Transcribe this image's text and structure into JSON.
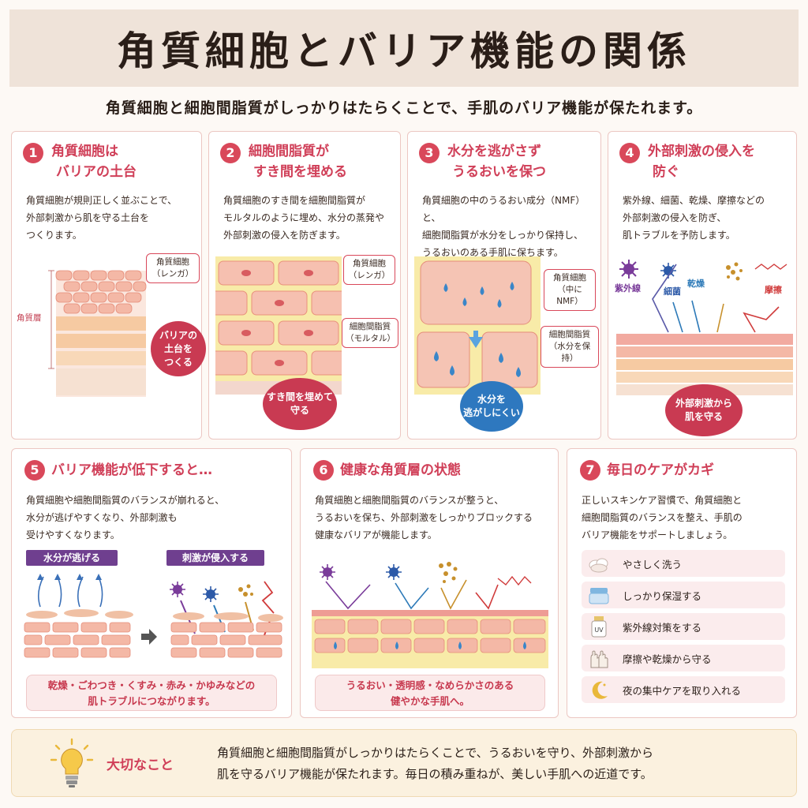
{
  "title": "角質細胞とバリア機能の関係",
  "subtitle": "角質細胞と細胞間脂質がしっかりはたらくことで、手肌のバリア機能が保たれます。",
  "colors": {
    "accent": "#d9485a",
    "heading": "#d03f58",
    "brick": "#f2b5a3",
    "lipid": "#f8e9a8",
    "water": "#3a86c8",
    "violet": "#6f3f8f"
  },
  "cards": [
    {
      "num": "1",
      "heading_l1": "角質細胞は",
      "heading_l2": "バリアの土台",
      "body": [
        "角質細胞が規則正しく並ぶことで、",
        "外部刺激から肌を守る土台を",
        "つくります。"
      ],
      "tag_l1": "角質細胞",
      "tag_l2": "（レンガ）",
      "side_label": "角質層",
      "bubble": [
        "バリアの",
        "土台を",
        "つくる"
      ]
    },
    {
      "num": "2",
      "heading_l1": "細胞間脂質が",
      "heading_l2": "すき間を埋める",
      "body": [
        "角質細胞のすき間を細胞間脂質が",
        "モルタルのように埋め、水分の蒸発や",
        "外部刺激の侵入を防ぎます。"
      ],
      "tag1_l1": "角質細胞",
      "tag1_l2": "（レンガ）",
      "tag2_l1": "細胞間脂質",
      "tag2_l2": "（モルタル）",
      "bubble": [
        "すき間を埋めて",
        "守る"
      ]
    },
    {
      "num": "3",
      "heading_l1": "水分を逃がさず",
      "heading_l2": "うるおいを保つ",
      "body": [
        "角質細胞の中のうるおい成分（NMF）と、",
        "細胞間脂質が水分をしっかり保持し、",
        "うるおいのある手肌に保ちます。"
      ],
      "tag1_l1": "角質細胞",
      "tag1_l2": "（中にNMF）",
      "tag2_l1": "細胞間脂質",
      "tag2_l2": "（水分を保持）",
      "bubble": [
        "水分を",
        "逃がしにくい"
      ]
    },
    {
      "num": "4",
      "heading_l1": "外部刺激の侵入を",
      "heading_l2": "防ぐ",
      "body": [
        "紫外線、細菌、乾燥、摩擦などの",
        "外部刺激の侵入を防ぎ、",
        "肌トラブルを予防します。"
      ],
      "labels": [
        "紫外線",
        "細菌",
        "乾燥",
        "摩擦"
      ],
      "bubble": [
        "外部刺激から",
        "肌を守る"
      ]
    },
    {
      "num": "5",
      "heading": "バリア機能が低下すると…",
      "body": [
        "角質細胞や細胞間脂質のバランスが崩れると、",
        "水分が逃げやすくなり、外部刺激も",
        "受けやすくなります。"
      ],
      "banner1": "水分が逃げる",
      "banner2": "刺激が侵入する",
      "note": [
        "乾燥・ごわつき・くすみ・赤み・かゆみなどの",
        "肌トラブルにつながります。"
      ]
    },
    {
      "num": "6",
      "heading": "健康な角質層の状態",
      "body": [
        "角質細胞と細胞間脂質のバランスが整うと、",
        "うるおいを保ち、外部刺激をしっかりブロックする",
        "健康なバリアが機能します。"
      ],
      "note": [
        "うるおい・透明感・なめらかさのある",
        "健やかな手肌へ。"
      ]
    },
    {
      "num": "7",
      "heading": "毎日のケアがカギ",
      "body": [
        "正しいスキンケア習慣で、角質細胞と",
        "細胞間脂質のバランスを整え、手肌の",
        "バリア機能をサポートしましょう。"
      ],
      "care": [
        {
          "icon": "foam-icon",
          "label": "やさしく洗う"
        },
        {
          "icon": "cream-jar-icon",
          "label": "しっかり保湿する"
        },
        {
          "icon": "sunscreen-icon",
          "label": "紫外線対策をする",
          "icon_text": "UV"
        },
        {
          "icon": "gloves-icon",
          "label": "摩擦や乾燥から守る"
        },
        {
          "icon": "moon-icon",
          "label": "夜の集中ケアを取り入れる"
        }
      ]
    }
  ],
  "footer": {
    "label": "大切なこと",
    "text": [
      "角質細胞と細胞間脂質がしっかりはたらくことで、うるおいを守り、外部刺激から",
      "肌を守るバリア機能が保たれます。毎日の積み重ねが、美しい手肌への近道です。"
    ]
  }
}
